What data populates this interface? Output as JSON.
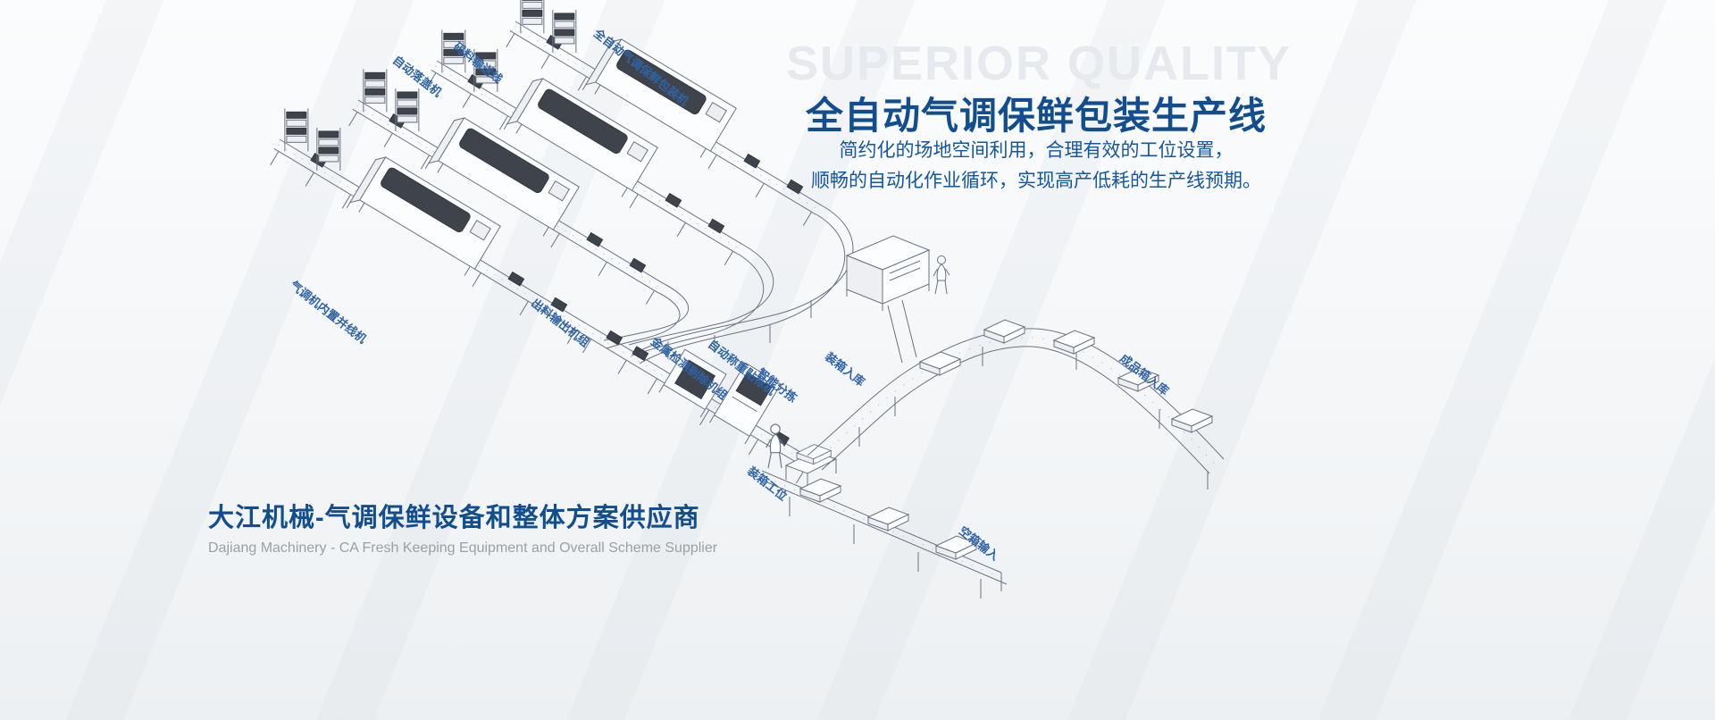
{
  "hero": {
    "watermark": "SUPERIOR QUALITY",
    "headline": "全自动气调保鲜包装生产线",
    "subtitle_line1": "简约化的场地空间利用，合理有效的工位设置，",
    "subtitle_line2": "顺畅的自动化作业循环，实现高产低耗的生产线预期。"
  },
  "footer": {
    "title_zh": "大江机械-气调保鲜设备和整体方案供应商",
    "title_en": "Dajiang Machinery - CA Fresh Keeping Equipment and Overall Scheme Supplier"
  },
  "diagram": {
    "labels": [
      "自动落盖机",
      "码料输送线",
      "全自动气调保鲜包装机",
      "气调机内置并线机",
      "出料输出机组",
      "金属检测剔除机组",
      "自动称重贴标机",
      "智能分拣",
      "装箱入库",
      "成品箱入库",
      "装箱工位",
      "空箱输入"
    ]
  },
  "colors": {
    "headline_blue": "#124d8f",
    "label_blue": "#2e63a6",
    "watermark_gray": "#e6e9ed",
    "linework_gray": "#6a7380"
  }
}
